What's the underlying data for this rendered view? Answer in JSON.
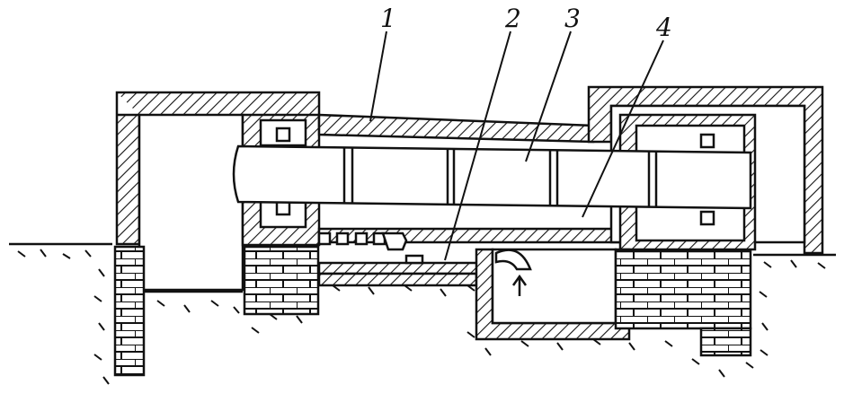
{
  "labels": {
    "l1": "1",
    "l2": "2",
    "l3": "3",
    "l4": "4"
  },
  "style": {
    "ink": "#111111",
    "paper": "#ffffff"
  }
}
